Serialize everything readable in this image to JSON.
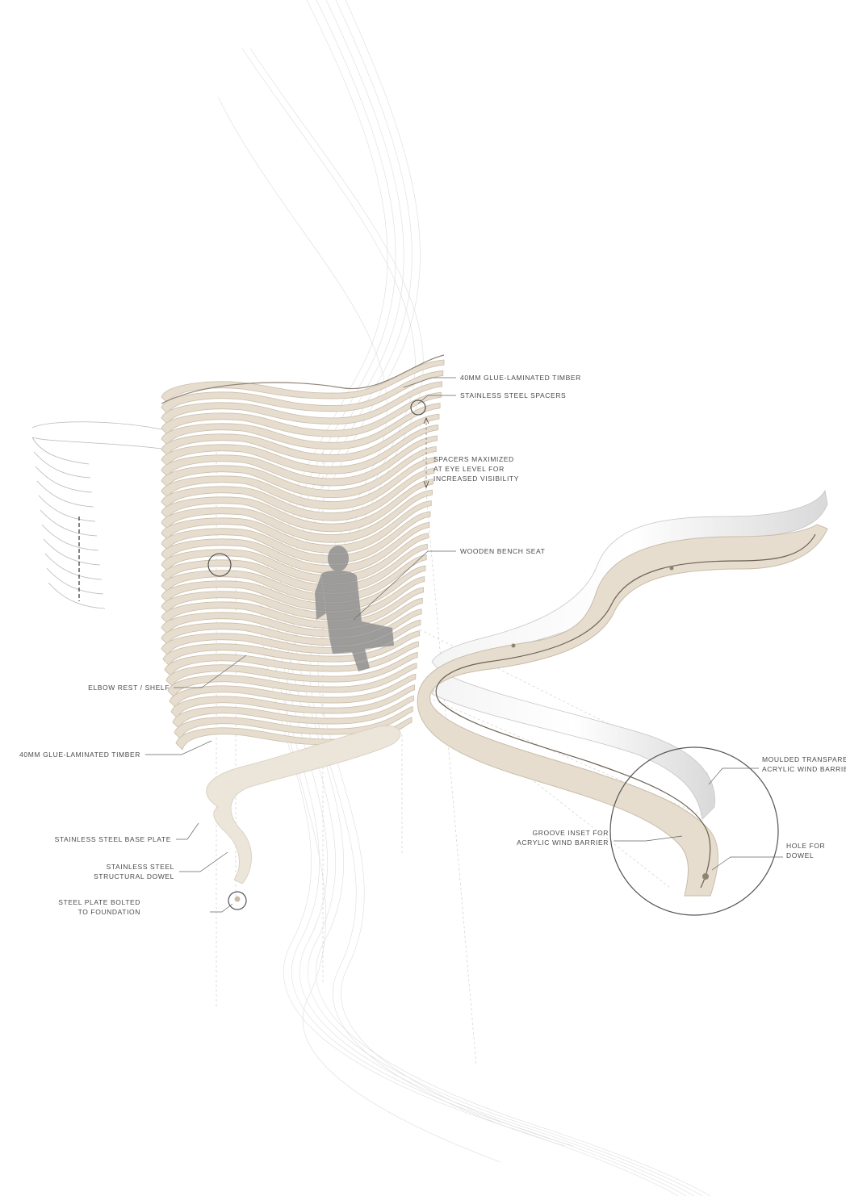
{
  "labels": {
    "glulam_top": "40mm GLUE-LAMINATED TIMBER",
    "spacers": "STAINLESS STEEL SPACERS",
    "spacers_max_1": "SPACERS MAXIMIZED",
    "spacers_max_2": "AT EYE LEVEL FOR",
    "spacers_max_3": "INCREASED VISIBILITY",
    "bench_seat": "WOODEN BENCH SEAT",
    "elbow_rest": "ELBOW REST / SHELF",
    "glulam_left": "40mm GLUE-LAMINATED TIMBER",
    "base_plate": "STAINLESS STEEL BASE PLATE",
    "dowel_1": "STAINLESS STEEL",
    "dowel_2": "STRUCTURAL DOWEL",
    "bolted_1": "STEEL PLATE BOLTED",
    "bolted_2": "TO FOUNDATION",
    "acrylic_1": "MOULDED TRANSPARENT",
    "acrylic_2": "ACRYLIC WIND BARRIER",
    "groove_1": "GROOVE INSET FOR",
    "groove_2": "ACRYLIC WIND BARRIER",
    "hole_1": "HOLE FOR",
    "hole_2": "DOWEL"
  },
  "colors": {
    "timber": "#e6ddcf",
    "timber_shadow": "#c9bda9",
    "timber_dark": "#8f8474",
    "line": "#6b6b6b",
    "guide": "#cfcfcf",
    "text": "#4a4a4a"
  }
}
